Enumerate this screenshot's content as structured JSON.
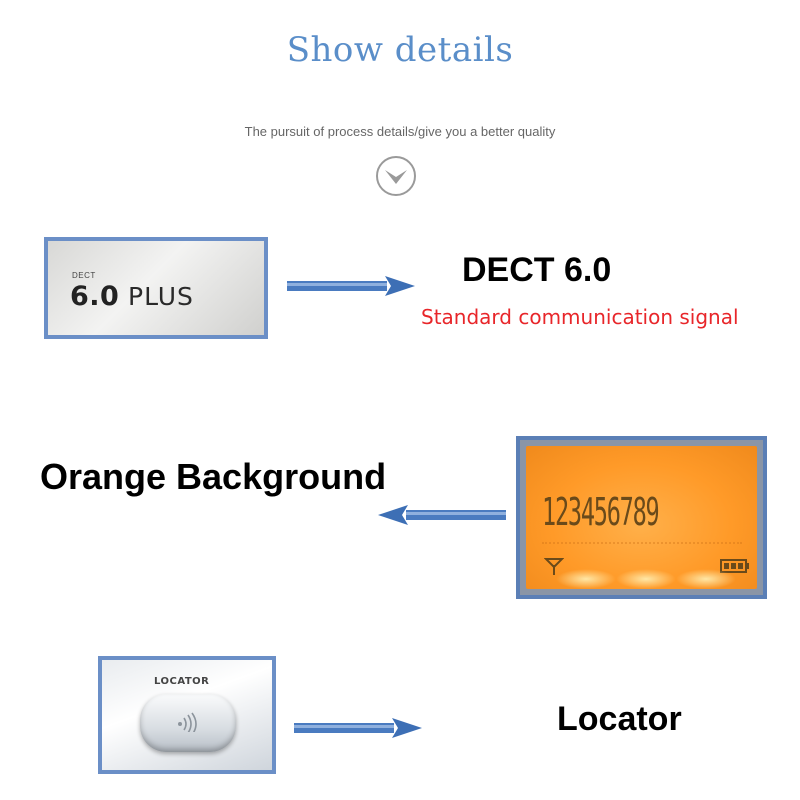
{
  "header": {
    "title": "Show details",
    "subtitle": "The pursuit of process details/give you a better quality",
    "down_icon": "chevron-down-circle-icon"
  },
  "features": [
    {
      "image": {
        "small_text": "DECT",
        "big_number": "6.0",
        "big_word": "PLUS"
      },
      "arrow_direction": "right",
      "title": "DECT 6.0",
      "description": "Standard communication signal"
    },
    {
      "image": {
        "display_number": "123456789",
        "icons": [
          "antenna-icon",
          "battery-icon"
        ],
        "screen_color": "#ff9a28"
      },
      "arrow_direction": "left",
      "title": "Orange Background"
    },
    {
      "image": {
        "button_label": "LOCATOR",
        "icons": [
          "waves-icon"
        ]
      },
      "arrow_direction": "right",
      "title": "Locator"
    }
  ],
  "colors": {
    "title_blue": "#5a8ec9",
    "frame_blue": "#6b8fc7",
    "arrow_blue": "#4a7bc0",
    "description_red": "#e8262a"
  }
}
